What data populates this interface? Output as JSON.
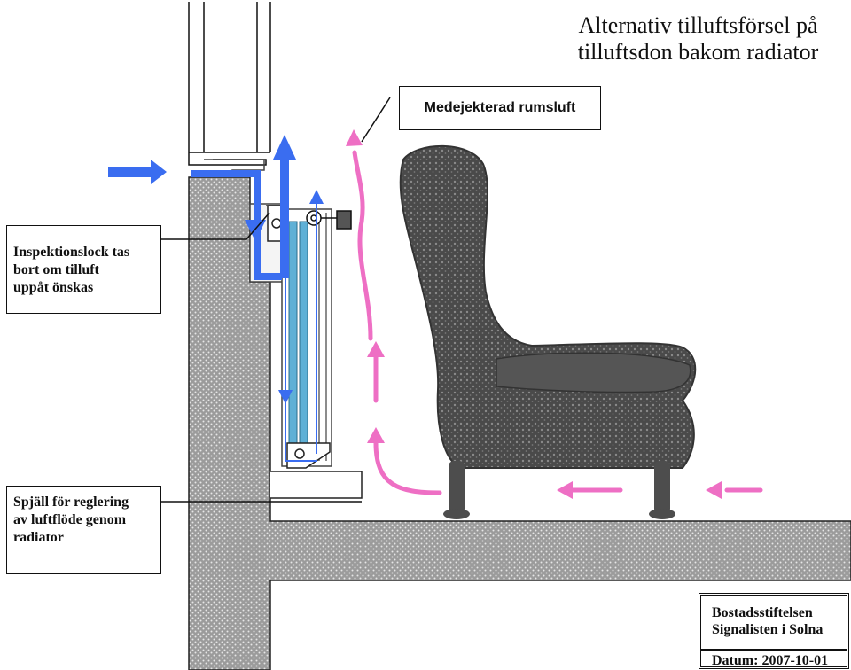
{
  "title": {
    "line1": "Alternativ tilluftsförsel på",
    "line2": "tilluftsdon bakom radiator"
  },
  "labels": {
    "exhaust": "Medejekterad rumsluft",
    "inspection": [
      "Inspektionslock tas",
      "bort om tilluft",
      "uppåt önskas"
    ],
    "damper": [
      "Spjäll för reglering",
      "av luftflöde genom",
      "radiator"
    ]
  },
  "stamp": {
    "org_line1": "Bostadsstiftelsen",
    "org_line2": "Signalisten i Solna",
    "date": "Datum: 2007-10-01"
  },
  "colors": {
    "supply_air": "#3a6df0",
    "room_air": "#ee6fc4",
    "concrete": "#9a9a9a",
    "radiator": "#5fb0d6",
    "chair": "#555555"
  }
}
